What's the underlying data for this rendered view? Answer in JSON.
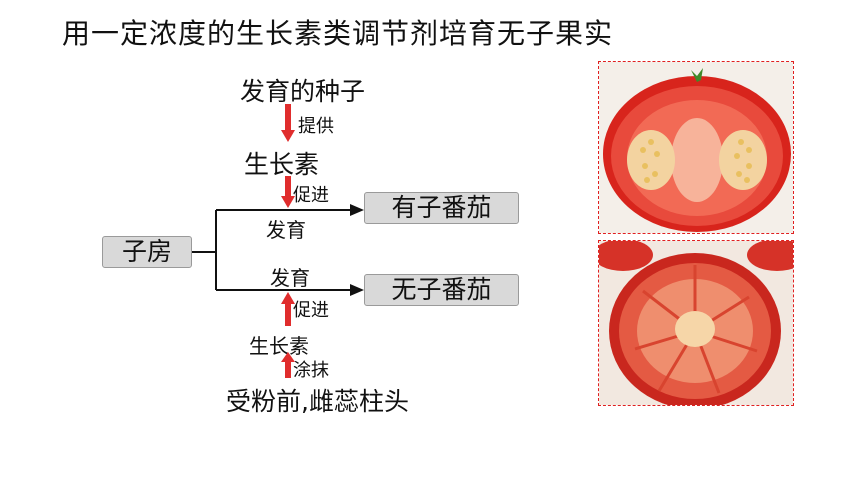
{
  "title": "用一定浓度的生长素类调节剂培育无子果实",
  "top_chain": {
    "seed": "发育的种子",
    "verb1": "提供",
    "auxin": "生长素",
    "verb2": "促进"
  },
  "ovary": "子房",
  "branch_top": {
    "label": "发育",
    "result": "有子番茄"
  },
  "branch_bottom": {
    "label": "发育",
    "result": "无子番茄"
  },
  "bottom_chain": {
    "verb_promote": "促进",
    "auxin": "生长素",
    "verb_apply": "涂抹",
    "source": "受粉前,雌蕊柱头"
  },
  "colors": {
    "arrow_red": "#e02d2d",
    "tomato_red": "#e0322a",
    "box_gray": "#d9d9d9"
  },
  "images": [
    "seeded-tomato-half",
    "seedless-tomato-slice"
  ]
}
